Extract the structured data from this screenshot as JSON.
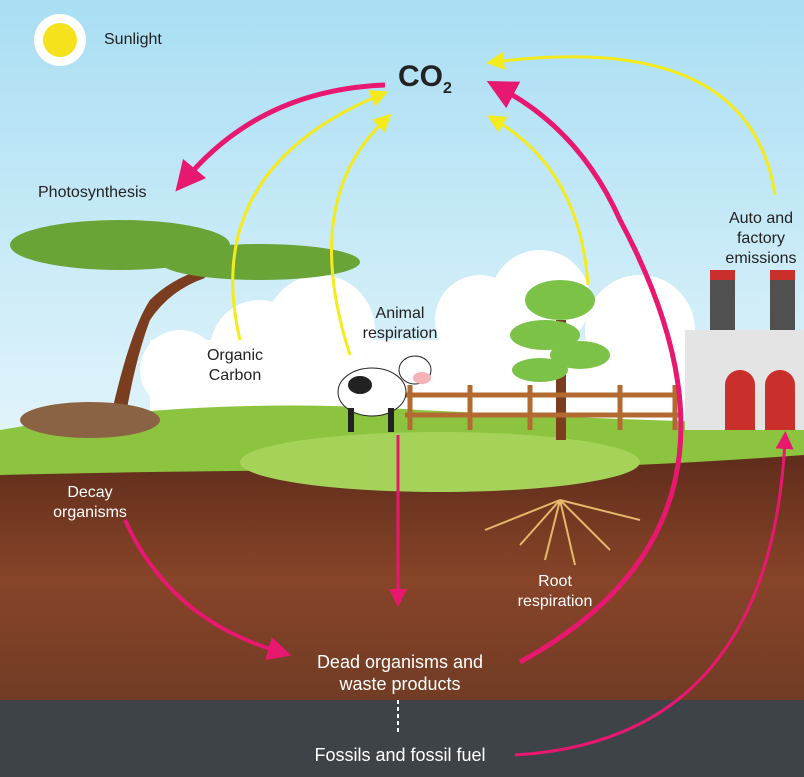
{
  "title": "Carbon cycle",
  "labels": {
    "sunlight": "Sunlight",
    "co2_main": "CO",
    "co2_sub": "2",
    "photosynthesis": "Photosynthesis",
    "emissions_l1": "Auto and",
    "emissions_l2": "factory",
    "emissions_l3": "emissions",
    "animal_l1": "Animal",
    "animal_l2": "respiration",
    "organic_l1": "Organic",
    "organic_l2": "Carbon",
    "decay_l1": "Decay",
    "decay_l2": "organisms",
    "root_l1": "Root",
    "root_l2": "respiration",
    "dead_l1": "Dead organisms and",
    "dead_l2": "waste products",
    "fossils": "Fossils and fossil fuel"
  },
  "colors": {
    "release_arrow": "#e8176f",
    "uptake_arrow": "#f5ea1c",
    "sky": "#bfe7f6",
    "grass": "#8cc43f",
    "soil": "#7a3a22",
    "rock": "#3e4347"
  }
}
